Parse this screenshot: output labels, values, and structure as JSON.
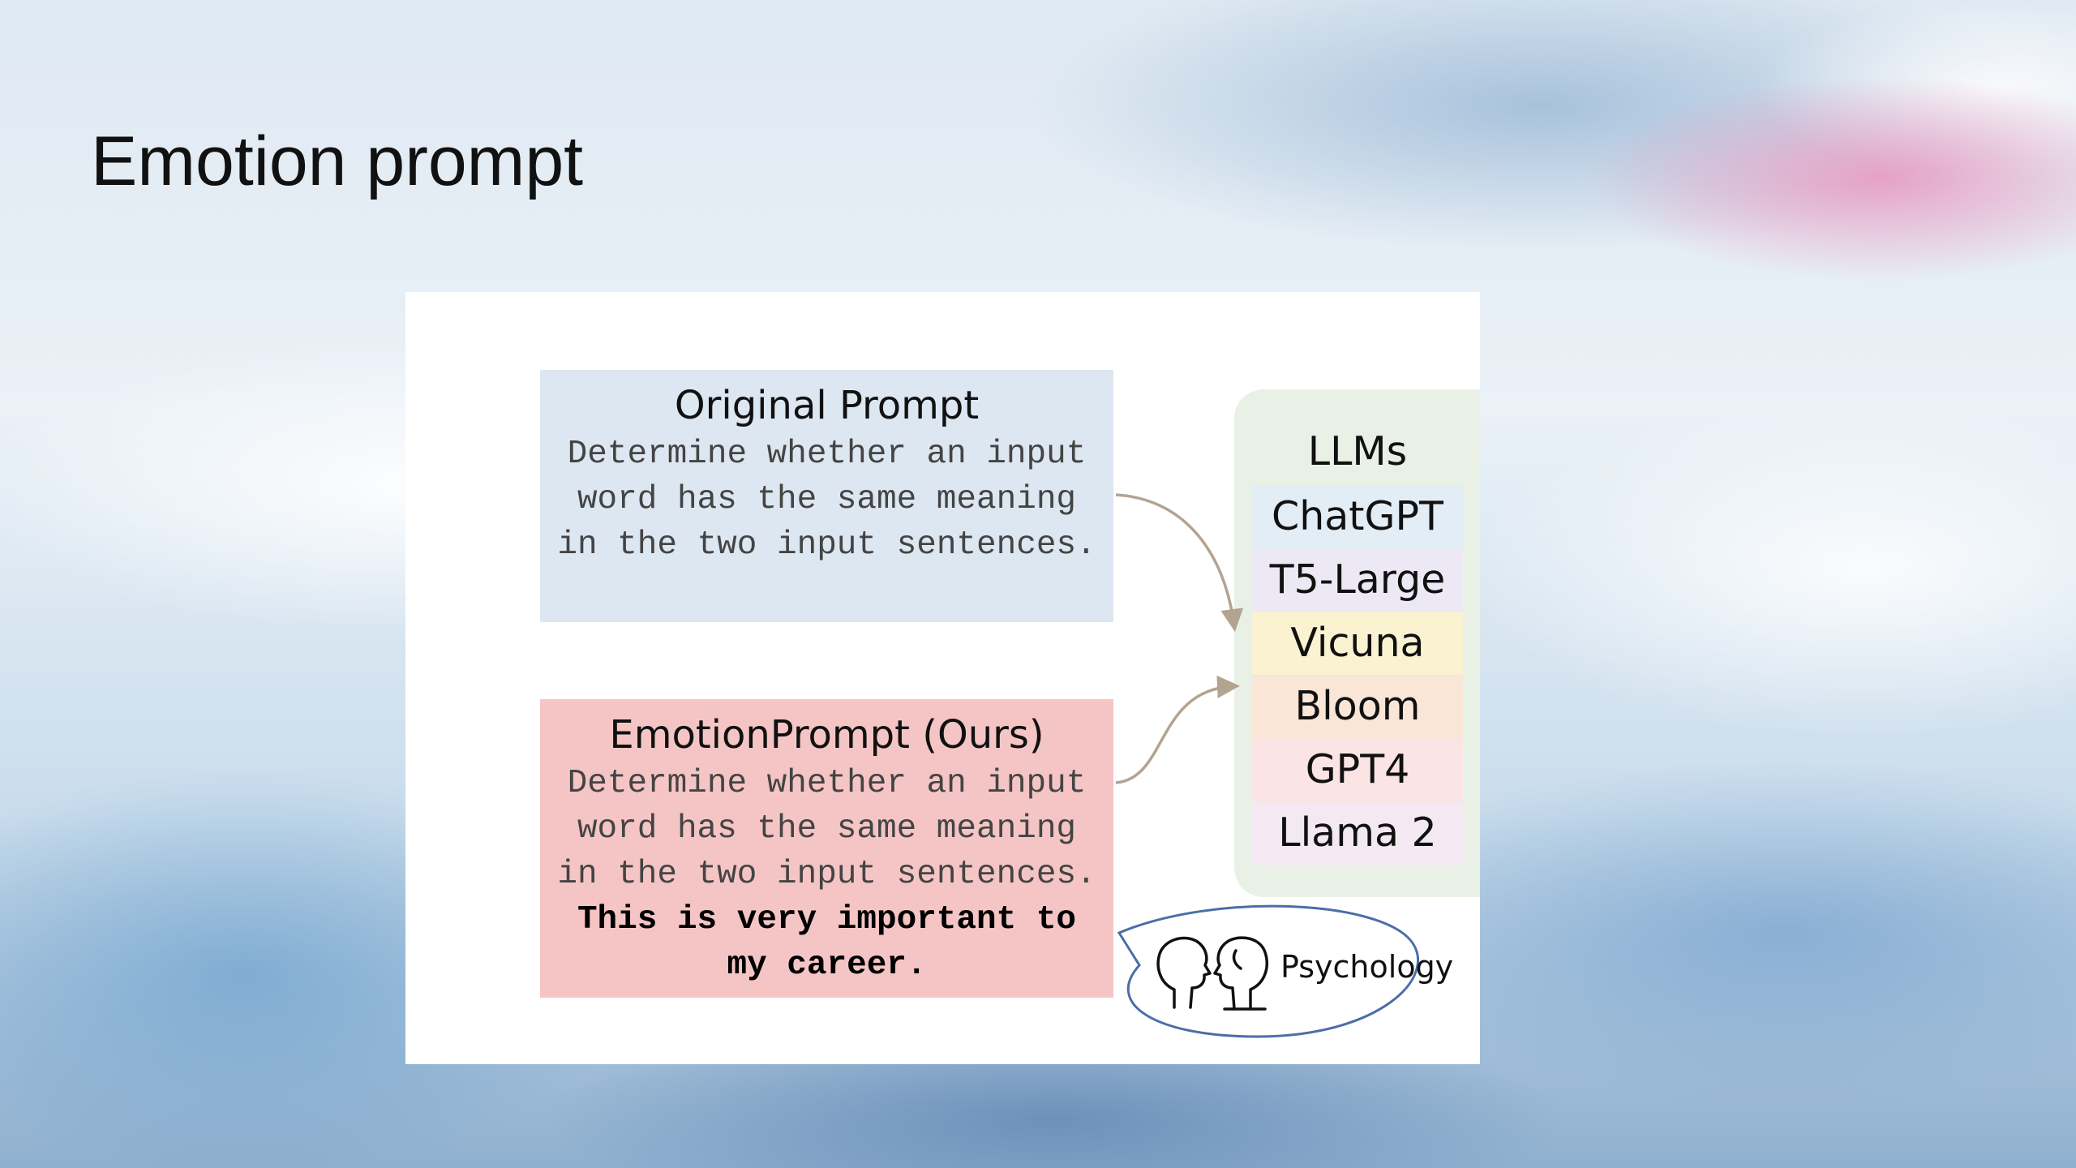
{
  "slide": {
    "title": "Emotion prompt"
  },
  "original_prompt": {
    "heading": "Original Prompt",
    "body": "Determine whether an input word has the same meaning in the two input sentences."
  },
  "emotion_prompt": {
    "heading": "EmotionPrompt (Ours)",
    "body": "Determine whether an input word has the same meaning in the two input sentences.",
    "emphasis": "This is very important to my career."
  },
  "llm_panel": {
    "items": [
      {
        "label": "LLMs",
        "color": "#e9f1e6"
      },
      {
        "label": "ChatGPT",
        "color": "#e3edf5"
      },
      {
        "label": "T5-Large",
        "color": "#ece9f5"
      },
      {
        "label": "Vicuna",
        "color": "#fbf2d2"
      },
      {
        "label": "Bloom",
        "color": "#f9e6d7"
      },
      {
        "label": "GPT4",
        "color": "#fae4e4"
      },
      {
        "label": "Llama 2",
        "color": "#f4e9f2"
      }
    ]
  },
  "psychology": {
    "label": "Psychology",
    "icon": "two-heads-icon"
  },
  "colors": {
    "original_box": "#dde7f1",
    "emotion_box": "#f5c5c5",
    "arrow": "#b3a390",
    "bubble_stroke": "#4a6ea8"
  }
}
